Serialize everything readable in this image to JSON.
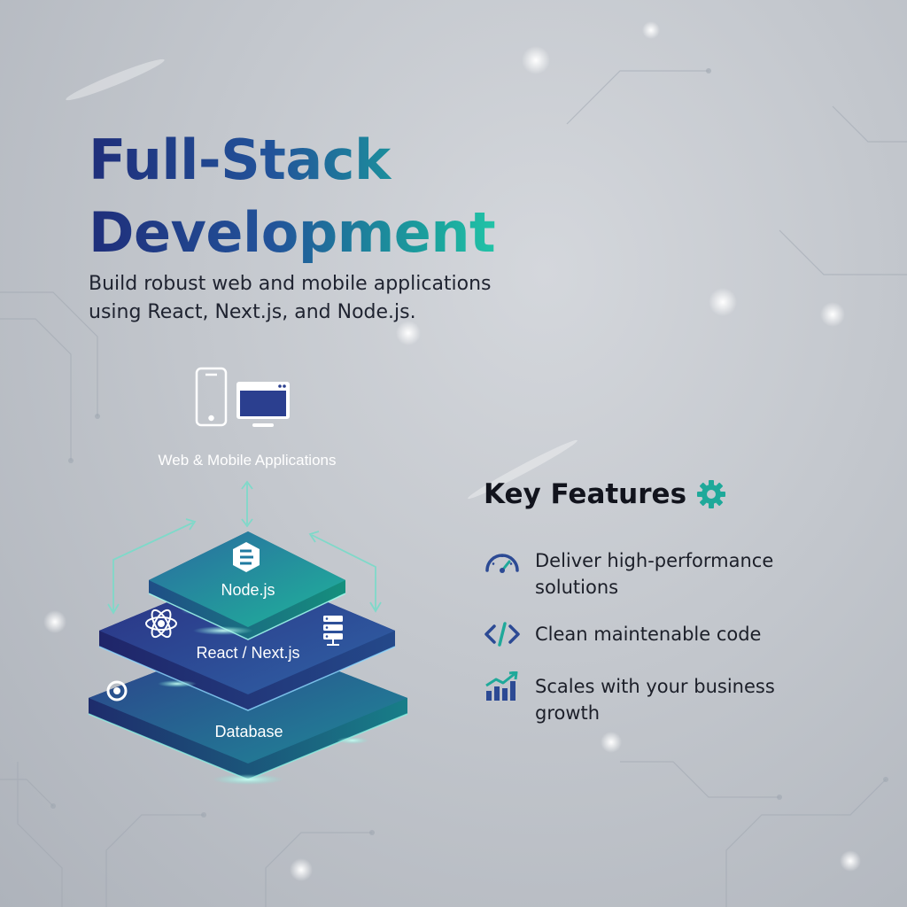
{
  "header": {
    "title_line1": "Full-Stack",
    "title_line2": "Development",
    "subtitle_line1": "Build robust web and mobile applications",
    "subtitle_line2": "using React, Next.js, and Node.js."
  },
  "diagram": {
    "top_label": "Web & Mobile Applications",
    "layers": {
      "node": "Node.js",
      "react": "React / Next.js",
      "database": "Database"
    },
    "icons": [
      "phone-icon",
      "monitor-icon",
      "nodejs-icon",
      "atom-icon",
      "server-icon",
      "target-icon"
    ]
  },
  "features": {
    "title": "Key Features",
    "title_icon": "gear-icon",
    "items": [
      {
        "line1": "Deliver high-performance",
        "line2": "solutions",
        "icon": "speedometer-icon"
      },
      {
        "line1": "Clean maintenable code",
        "line2": "",
        "icon": "code-icon"
      },
      {
        "line1": "Scales with your business",
        "line2": "growth",
        "icon": "growth-chart-icon"
      }
    ]
  },
  "colors": {
    "navy": "#1f2e7a",
    "teal": "#1fb39a",
    "layer_node": "#20a899",
    "layer_react": "#2a4c98",
    "layer_database": "#285f98"
  }
}
